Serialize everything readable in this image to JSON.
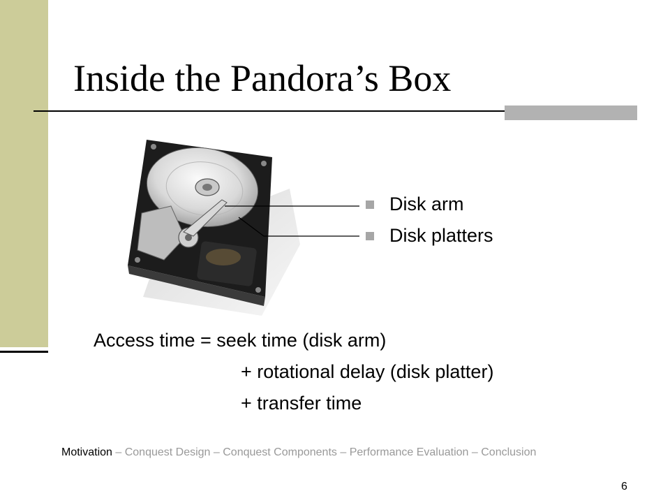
{
  "slide": {
    "title": "Inside the Pandora’s Box",
    "bullets": [
      {
        "label": "Disk arm"
      },
      {
        "label": "Disk platters"
      }
    ],
    "equation": {
      "line1": "Access time = seek time (disk arm)",
      "line2": "+ rotational delay (disk platter)",
      "line3": "+ transfer time"
    },
    "footer": {
      "active": "Motivation",
      "rest": " – Conquest Design – Conquest Components – Performance Evaluation  – Conclusion"
    },
    "page_number": "6"
  },
  "colors": {
    "sidebar": "#cccc99",
    "accent_bar": "#b2b2b2",
    "footer_inactive": "#999999",
    "bullet": "#a6a6a6"
  }
}
